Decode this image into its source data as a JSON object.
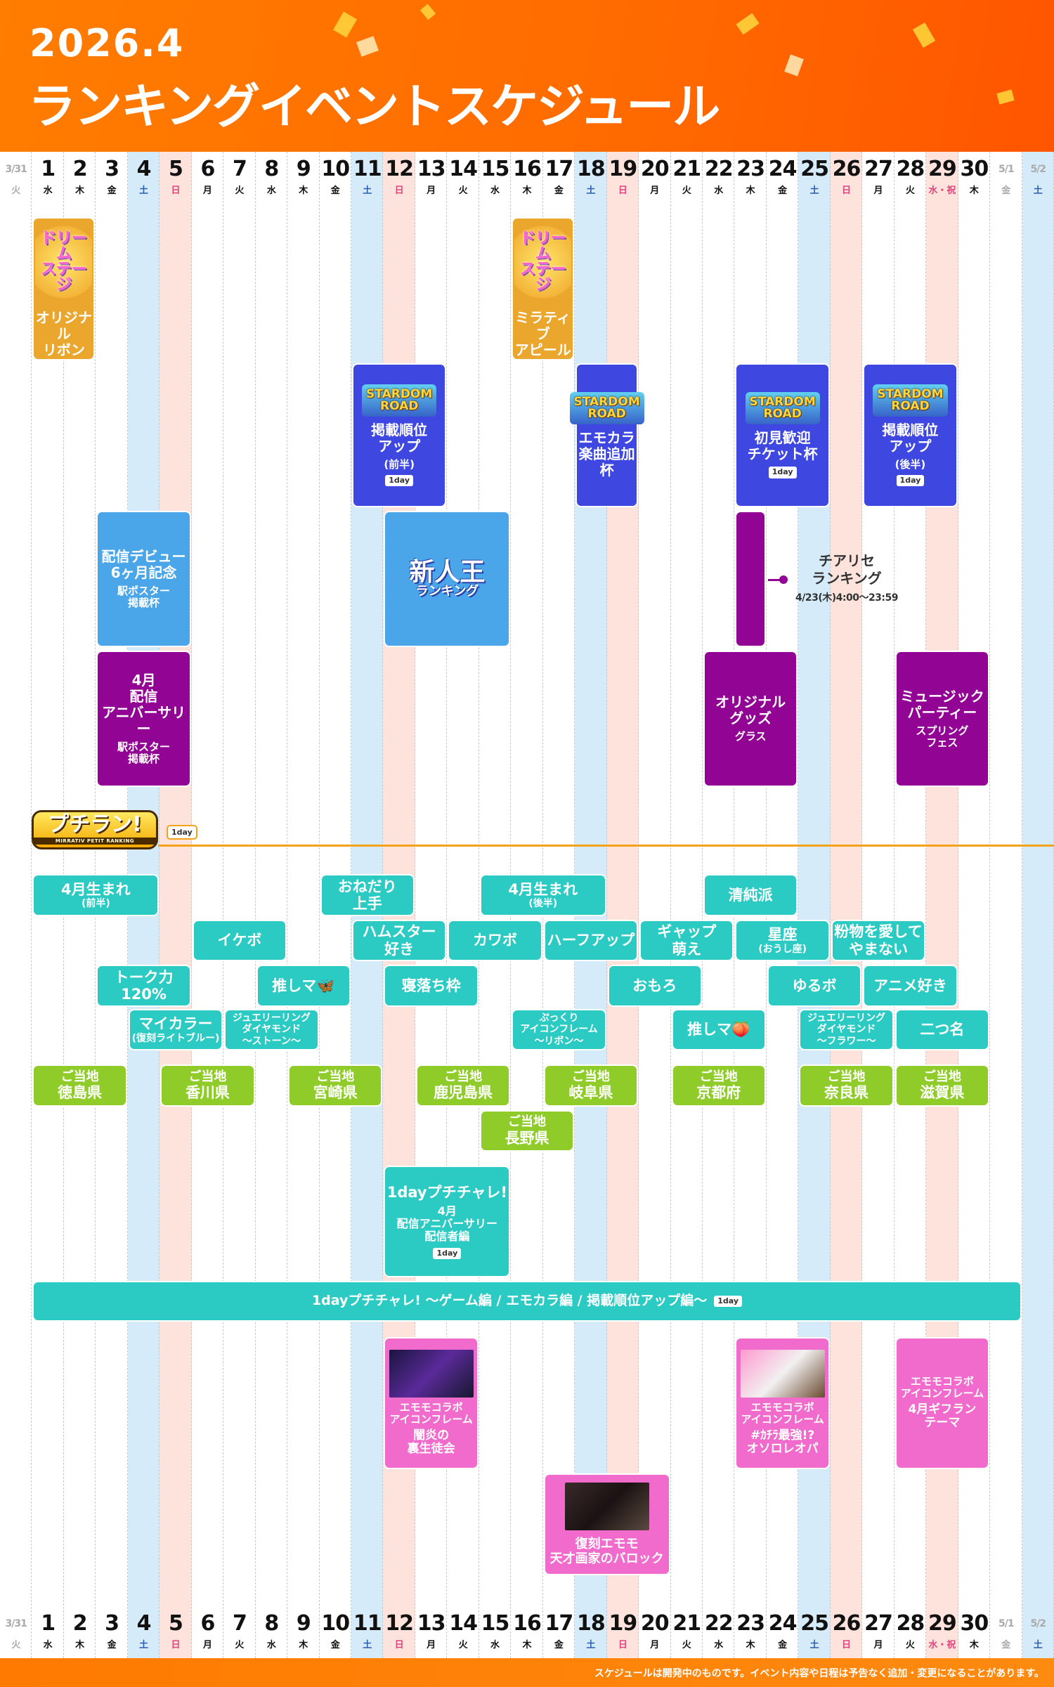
{
  "header": {
    "year": "2026.4",
    "title": "ランキングイベントスケジュール"
  },
  "days": [
    {
      "num": "3/31",
      "wd": "火",
      "type": "gray"
    },
    {
      "num": "1",
      "wd": "水",
      "type": "normal"
    },
    {
      "num": "2",
      "wd": "木",
      "type": "normal"
    },
    {
      "num": "3",
      "wd": "金",
      "type": "normal"
    },
    {
      "num": "4",
      "wd": "土",
      "type": "sat"
    },
    {
      "num": "5",
      "wd": "日",
      "type": "sun"
    },
    {
      "num": "6",
      "wd": "月",
      "type": "normal"
    },
    {
      "num": "7",
      "wd": "火",
      "type": "normal"
    },
    {
      "num": "8",
      "wd": "水",
      "type": "normal"
    },
    {
      "num": "9",
      "wd": "木",
      "type": "normal"
    },
    {
      "num": "10",
      "wd": "金",
      "type": "normal"
    },
    {
      "num": "11",
      "wd": "土",
      "type": "sat"
    },
    {
      "num": "12",
      "wd": "日",
      "type": "sun"
    },
    {
      "num": "13",
      "wd": "月",
      "type": "normal"
    },
    {
      "num": "14",
      "wd": "火",
      "type": "normal"
    },
    {
      "num": "15",
      "wd": "水",
      "type": "normal"
    },
    {
      "num": "16",
      "wd": "木",
      "type": "normal"
    },
    {
      "num": "17",
      "wd": "金",
      "type": "normal"
    },
    {
      "num": "18",
      "wd": "土",
      "type": "sat"
    },
    {
      "num": "19",
      "wd": "日",
      "type": "sun"
    },
    {
      "num": "20",
      "wd": "月",
      "type": "normal"
    },
    {
      "num": "21",
      "wd": "火",
      "type": "normal"
    },
    {
      "num": "22",
      "wd": "水",
      "type": "normal"
    },
    {
      "num": "23",
      "wd": "木",
      "type": "normal"
    },
    {
      "num": "24",
      "wd": "金",
      "type": "normal"
    },
    {
      "num": "25",
      "wd": "土",
      "type": "sat"
    },
    {
      "num": "26",
      "wd": "日",
      "type": "sun"
    },
    {
      "num": "27",
      "wd": "月",
      "type": "normal"
    },
    {
      "num": "28",
      "wd": "火",
      "type": "normal"
    },
    {
      "num": "29",
      "wd": "水・祝",
      "type": "sun"
    },
    {
      "num": "30",
      "wd": "木",
      "type": "normal"
    },
    {
      "num": "5/1",
      "wd": "金",
      "type": "gray"
    },
    {
      "num": "5/2",
      "wd": "土",
      "type": "gray-sat"
    }
  ],
  "colors": {
    "dream": "#eba62d",
    "stardom": "#3e47e0",
    "blue": "#4aa6e8",
    "purple": "#920494",
    "teal": "#2bcbc4",
    "green": "#8fcc2a",
    "pink": "#f06bcc",
    "header": "#ff7a00"
  },
  "events": [
    {
      "start": 1,
      "end": 2,
      "lane": "dream",
      "color": "dream",
      "logo": "dream",
      "logo_text": "ドリーム\nステージ",
      "title": "オリジナル\nリボン"
    },
    {
      "start": 16,
      "end": 17,
      "lane": "dream",
      "color": "dream",
      "logo": "dream",
      "logo_text": "ドリーム\nステージ",
      "title": "ミラティブ\nアピール"
    },
    {
      "start": 11,
      "end": 13,
      "lane": "stardom",
      "color": "stardom",
      "logo": "stardom",
      "logo_text": "STARDOM\nROAD",
      "title": "掲載順位\nアップ",
      "sub": "(前半)",
      "badge": "1day"
    },
    {
      "start": 18,
      "end": 19,
      "lane": "stardom",
      "color": "stardom",
      "logo": "stardom",
      "logo_text": "STARDOM\nROAD",
      "title": "エモカラ\n楽曲追加杯"
    },
    {
      "start": 23,
      "end": 25,
      "lane": "stardom",
      "color": "stardom",
      "logo": "stardom",
      "logo_text": "STARDOM\nROAD",
      "title": "初見歓迎\nチケット杯",
      "badge": "1day"
    },
    {
      "start": 27,
      "end": 29,
      "lane": "stardom",
      "color": "stardom",
      "logo": "stardom",
      "logo_text": "STARDOM\nROAD",
      "title": "掲載順位\nアップ",
      "sub": "(後半)",
      "badge": "1day"
    },
    {
      "start": 3,
      "end": 5,
      "lane": "mid",
      "color": "blue",
      "title": "配信デビュー\n6ヶ月記念",
      "sub": "駅ポスター\n掲載杯"
    },
    {
      "start": 12,
      "end": 15,
      "lane": "mid",
      "color": "blue",
      "logo": "rookie",
      "logo_text": "新人王",
      "logo_sub": "ランキング"
    },
    {
      "start": 23,
      "end": 23,
      "lane": "mid",
      "color": "purple"
    },
    {
      "start": 3,
      "end": 5,
      "lane": "low",
      "color": "purple",
      "title": "4月\n配信\nアニバーサリー",
      "sub": "駅ポスター\n掲載杯"
    },
    {
      "start": 22,
      "end": 24,
      "lane": "low",
      "color": "purple",
      "title": "オリジナル\nグッズ",
      "sub": "グラス"
    },
    {
      "start": 28,
      "end": 30,
      "lane": "low",
      "color": "purple",
      "title": "ミュージック\nパーティー",
      "sub": "スプリング\nフェス"
    },
    {
      "start": 1,
      "end": 4,
      "lane": "p1",
      "color": "teal",
      "title": "4月生まれ",
      "sub": "(前半)"
    },
    {
      "start": 10,
      "end": 12,
      "lane": "p1",
      "color": "teal",
      "title": "おねだり\n上手"
    },
    {
      "start": 15,
      "end": 18,
      "lane": "p1",
      "color": "teal",
      "title": "4月生まれ",
      "sub": "(後半)"
    },
    {
      "start": 22,
      "end": 24,
      "lane": "p1",
      "color": "teal",
      "title": "清純派"
    },
    {
      "start": 6,
      "end": 8,
      "lane": "p2",
      "color": "teal",
      "title": "イケボ"
    },
    {
      "start": 11,
      "end": 13,
      "lane": "p2",
      "color": "teal",
      "title": "ハムスター\n好き"
    },
    {
      "start": 14,
      "end": 16,
      "lane": "p2",
      "color": "teal",
      "title": "カワボ"
    },
    {
      "start": 17,
      "end": 19,
      "lane": "p2",
      "color": "teal",
      "title": "ハーフアップ"
    },
    {
      "start": 20,
      "end": 22,
      "lane": "p2",
      "color": "teal",
      "title": "ギャップ\n萌え"
    },
    {
      "start": 23,
      "end": 25,
      "lane": "p2",
      "color": "teal",
      "title": "星座",
      "sub": "(おうし座)"
    },
    {
      "start": 26,
      "end": 28,
      "lane": "p2",
      "color": "teal",
      "title": "粉物を愛して\nやまない"
    },
    {
      "start": 3,
      "end": 5,
      "lane": "p3",
      "color": "teal",
      "title": "トーク力\n120%"
    },
    {
      "start": 8,
      "end": 10,
      "lane": "p3",
      "color": "teal",
      "title": "推しマ🦋"
    },
    {
      "start": 12,
      "end": 14,
      "lane": "p3",
      "color": "teal",
      "title": "寝落ち枠"
    },
    {
      "start": 19,
      "end": 21,
      "lane": "p3",
      "color": "teal",
      "title": "おもろ"
    },
    {
      "start": 24,
      "end": 26,
      "lane": "p3",
      "color": "teal",
      "title": "ゆるボ"
    },
    {
      "start": 27,
      "end": 29,
      "lane": "p3",
      "color": "teal",
      "title": "アニメ好き"
    },
    {
      "start": 4,
      "end": 6,
      "lane": "p4",
      "color": "teal",
      "title": "マイカラー",
      "sub": "(復刻ライトブルー)"
    },
    {
      "start": 7,
      "end": 9,
      "lane": "p4",
      "color": "teal",
      "sub": "ジュエリーリング\nダイヤモンド\n〜ストーン〜"
    },
    {
      "start": 16,
      "end": 18,
      "lane": "p4",
      "color": "teal",
      "sub": "ぷっくり\nアイコンフレーム\n〜リボン〜"
    },
    {
      "start": 21,
      "end": 23,
      "lane": "p4",
      "color": "teal",
      "title": "推しマ🍑"
    },
    {
      "start": 25,
      "end": 27,
      "lane": "p4",
      "color": "teal",
      "sub": "ジュエリーリング\nダイヤモンド\n〜フラワー〜"
    },
    {
      "start": 28,
      "end": 30,
      "lane": "p4",
      "color": "teal",
      "title": "二つ名"
    },
    {
      "start": 1,
      "end": 3,
      "lane": "g1",
      "color": "green",
      "sub": "ご当地",
      "title": "徳島県"
    },
    {
      "start": 5,
      "end": 7,
      "lane": "g1",
      "color": "green",
      "sub": "ご当地",
      "title": "香川県"
    },
    {
      "start": 9,
      "end": 11,
      "lane": "g1",
      "color": "green",
      "sub": "ご当地",
      "title": "宮崎県"
    },
    {
      "start": 13,
      "end": 15,
      "lane": "g1",
      "color": "green",
      "sub": "ご当地",
      "title": "鹿児島県"
    },
    {
      "start": 17,
      "end": 19,
      "lane": "g1",
      "color": "green",
      "sub": "ご当地",
      "title": "岐阜県"
    },
    {
      "start": 21,
      "end": 23,
      "lane": "g1",
      "color": "green",
      "sub": "ご当地",
      "title": "京都府"
    },
    {
      "start": 25,
      "end": 27,
      "lane": "g1",
      "color": "green",
      "sub": "ご当地",
      "title": "奈良県"
    },
    {
      "start": 28,
      "end": 30,
      "lane": "g1",
      "color": "green",
      "sub": "ご当地",
      "title": "滋賀県"
    },
    {
      "start": 15,
      "end": 17,
      "lane": "g2",
      "color": "green",
      "sub": "ご当地",
      "title": "長野県"
    },
    {
      "start": 12,
      "end": 15,
      "lane": "chal",
      "color": "teal",
      "title": "1dayプチチャレ!",
      "sub": "4月\n配信アニバーサリー\n配信者編",
      "badge": "1day"
    },
    {
      "start": 1,
      "end": 31,
      "lane": "wide",
      "color": "teal",
      "title": "1dayプチチャレ! 〜ゲーム編 / エモカラ編 / 掲載順位アップ編〜",
      "badge": "1day"
    },
    {
      "start": 12,
      "end": 14,
      "lane": "pink",
      "color": "pink",
      "image": "dark-purple",
      "sub": "エモモコラボ\nアイコンフレーム",
      "title": "闇炎の\n裏生徒会"
    },
    {
      "start": 23,
      "end": 25,
      "lane": "pink",
      "color": "pink",
      "image": "pink",
      "sub": "エモモコラボ\nアイコンフレーム",
      "title": "#ｶﾁﾗ最強!?\nオソロレオパ"
    },
    {
      "start": 28,
      "end": 30,
      "lane": "pink",
      "color": "pink",
      "sub": "エモモコラボ\nアイコンフレーム",
      "title": "4月ギフラン\nテーマ"
    },
    {
      "start": 17,
      "end": 20,
      "lane": "pink2",
      "color": "pink",
      "image": "dark",
      "title": "復刻エモモ\n天才画家のバロック"
    }
  ],
  "cheer": {
    "title": "チアリセ\nランキング",
    "time": "4/23(木)4:00〜23:59"
  },
  "petit": {
    "logo": "プチラン!",
    "logo_sub": "MIRRATIV PETIT RANKING",
    "badge": "1day"
  },
  "footer": {
    "note": "スケジュールは開発中のものです。イベント内容や日程は予告なく追加・変更になることがあります。"
  }
}
